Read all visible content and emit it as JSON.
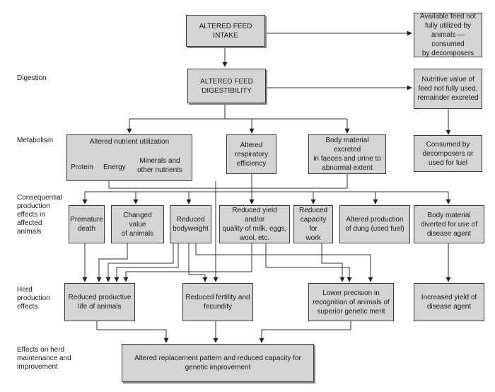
{
  "row_labels": {
    "digestion": "Digestion",
    "metabolism": "Metabolism",
    "consequential": "Consequential\nproduction\neffects in\naffected\nanimals",
    "herd_production": "Herd\nproduction\neffects",
    "herd_maintenance": "Effects on herd\nmaintenance and\nimprovement"
  },
  "boxes": {
    "feed_intake": "ALTERED FEED\nINTAKE",
    "feed_digestibility": "ALTERED FEED\nDIGESTIBILITY",
    "available_feed": "Available feed not\nfully utilized by\nanimals — consumed\nby decomposers",
    "nutritive_value": "Nutritive value of\nfeed not fully used,\nremainder excreted",
    "consumed_decomposers": "Consumed by\ndecomposers or\nused for fuel",
    "nutrient_utilization": "Altered nutrient utilization",
    "respiratory": "Altered\nrespiratory\nefficiency",
    "body_material_excreted": "Body material excreted\nin faeces and urine to\nabnormal extent",
    "premature_death": "Premature\ndeath",
    "changed_value": "Changed value\nof animals",
    "reduced_bodyweight": "Reduced\nbodyweight",
    "reduced_yield": "Reduced yield and/or\nquality of milk, eggs,\nwool, etc.",
    "reduced_capacity": "Reduced\ncapacity for\nwork",
    "altered_dung": "Altered production\nof dung (used fuel)",
    "body_material_diverted": "Body material\ndiverted for use of\ndisease agent",
    "reduced_productive_life": "Reduced productive\nlife of animals",
    "reduced_fertility": "Reduced fertility and\nfecundity",
    "lower_precision": "Lower precision in\nrecognition of animals of\nsuperior genetic merit",
    "increased_yield": "Increased yield of\ndisease agent",
    "altered_replacement": "Altered replacement pattern and reduced capacity for\ngenetic improvement"
  },
  "nutrient_items": {
    "protein": "Protein",
    "energy": "Energy",
    "minerals": "Minerals and\nother nutrients"
  }
}
